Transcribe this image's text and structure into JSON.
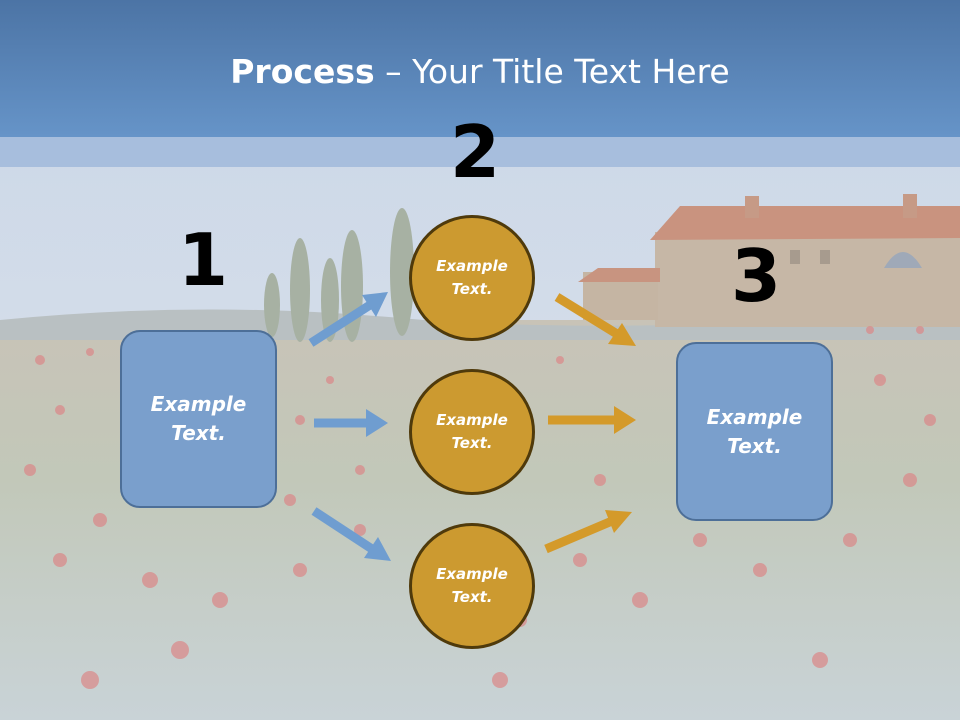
{
  "title": {
    "bold": "Process",
    "rest": " – Your Title Text Here"
  },
  "steps": {
    "one": "1",
    "two": "2",
    "three": "3"
  },
  "left_box": "Example Text.",
  "circles": [
    "Example Text.",
    "Example Text.",
    "Example Text."
  ],
  "right_box": "Example Text.",
  "colors": {
    "header": "#5a84b8",
    "box_fill": "#7a9fcc",
    "circle_fill": "#cc9a30",
    "blue_arrow": "#6f9dd0",
    "gold_arrow": "#d49a2a"
  }
}
